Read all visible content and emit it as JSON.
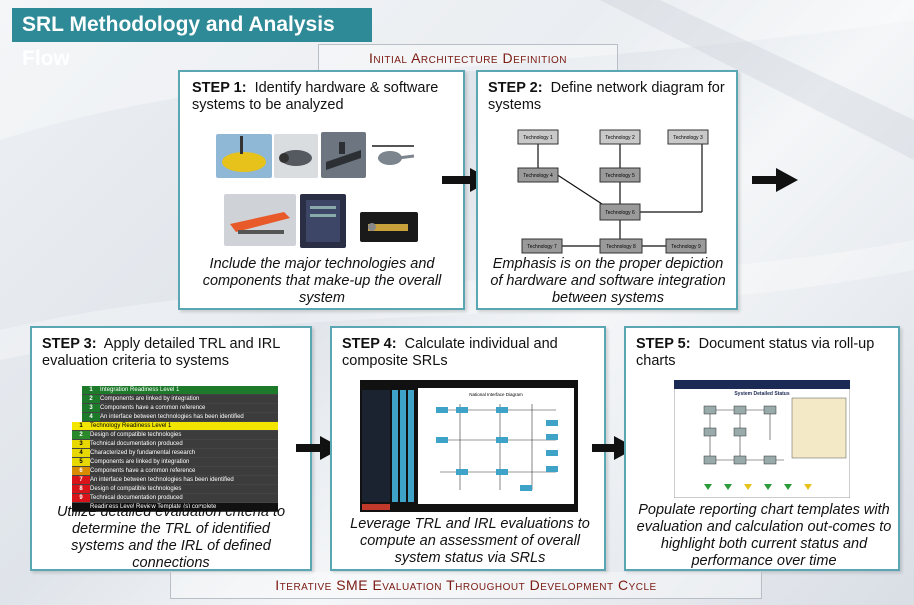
{
  "title": "SRL Methodology and Analysis Flow",
  "banner_top": "Initial Architecture Definition",
  "banner_bottom": "Iterative SME Evaluation Throughout Development Cycle",
  "steps": [
    {
      "label": "STEP 1:",
      "text": "Identify hardware & software systems to be analyzed",
      "caption": "Include the major technologies and components that make-up the overall system"
    },
    {
      "label": "STEP 2:",
      "text": "Define network diagram for systems",
      "caption": "Emphasis is on the proper depiction of hardware and software integration between systems"
    },
    {
      "label": "STEP 3:",
      "text": "Apply detailed TRL and IRL evaluation criteria to systems",
      "caption": "Utilize detailed evaluation criteria to determine the TRL of identified systems and the IRL of defined connections"
    },
    {
      "label": "STEP 4:",
      "text": "Calculate individual and composite SRLs",
      "caption": "Leverage TRL and IRL evaluations to compute an assessment of overall system status via SRLs"
    },
    {
      "label": "STEP 5:",
      "text": "Document status via roll-up charts",
      "caption": "Populate reporting chart templates with evaluation and calculation out-comes to highlight both current status and performance over time"
    }
  ],
  "network_nodes": [
    "Technology 1",
    "Technology 2",
    "Technology 3",
    "Technology 4",
    "Technology 5",
    "Technology 6",
    "Technology 7",
    "Technology 8",
    "Technology 9"
  ],
  "criteria_table": {
    "header": "Integration Readiness Level 1",
    "header2": "Technology Readiness Level 1",
    "footer": "Readiness Level Review Template (s) complete",
    "rows": [
      "Components are linked by integration",
      "Components have a common reference",
      "An interface between technologies has been identified",
      "Design of compatible technologies",
      "Technical documentation produced",
      "Characterized by fundamental research"
    ]
  },
  "srl_diagram_title": "National Interface Diagram",
  "rollup_title": "System Detailed Status",
  "colors": {
    "accent": "#2e8a96",
    "border": "#5aa7b3",
    "banner_text": "#7a1a12"
  }
}
